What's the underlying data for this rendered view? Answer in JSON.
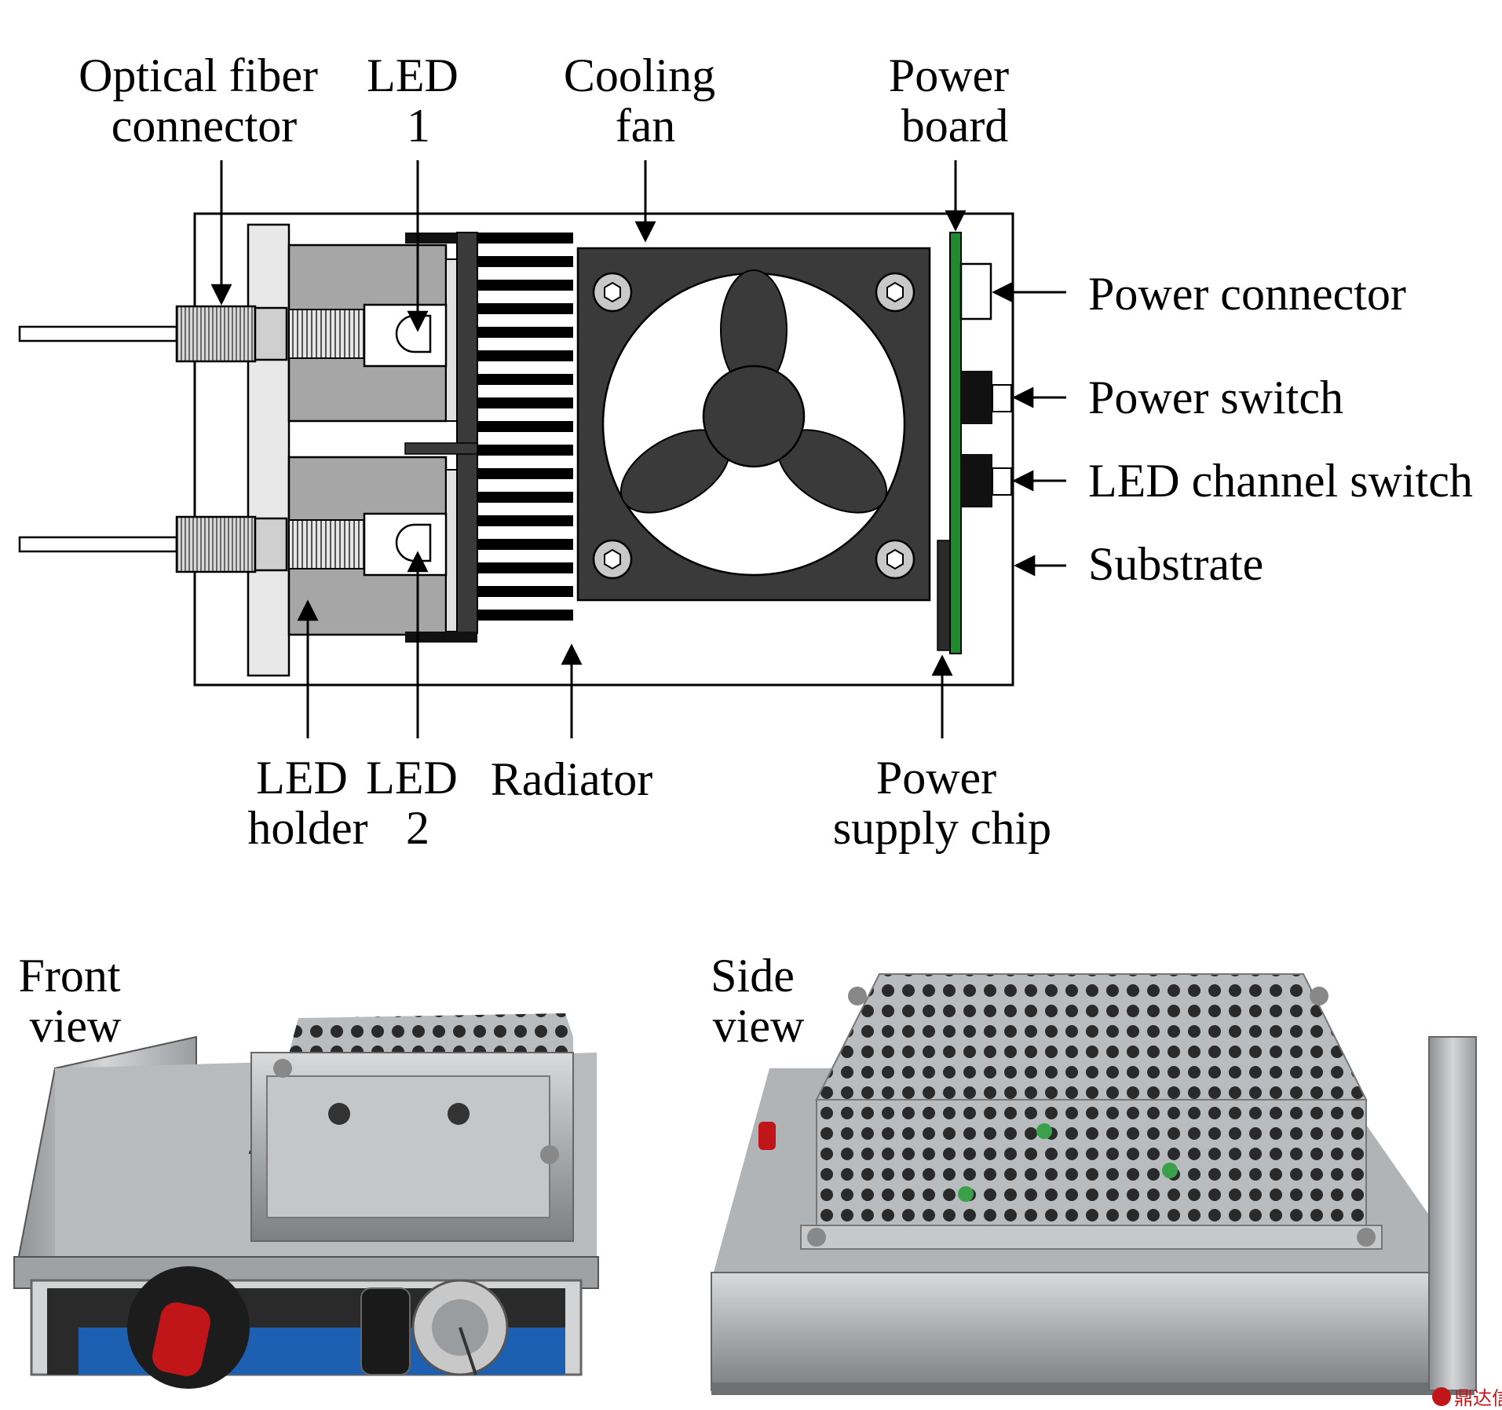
{
  "diagram": {
    "labels": {
      "optical_fiber_connector": [
        "Optical fiber",
        "connector"
      ],
      "led1": [
        "LED",
        "1"
      ],
      "cooling_fan": [
        "Cooling",
        "fan"
      ],
      "power_board": [
        "Power",
        "board"
      ],
      "power_connector": "Power connector",
      "power_switch": "Power switch",
      "led_channel_switch": "LED channel switch",
      "substrate": "Substrate",
      "led_holder": [
        "LED",
        "holder"
      ],
      "led2": [
        "LED",
        "2"
      ],
      "radiator": "Radiator",
      "power_supply_chip": [
        "Power",
        "supply chip"
      ]
    },
    "colors": {
      "line": "#000000",
      "holder_gray": "#a6a6a6",
      "fan_dark": "#3a3a3a",
      "board_green": "#1f8a2e",
      "plate": "#e8e8e8"
    }
  },
  "photos": {
    "front_label": [
      "Front",
      "view"
    ],
    "side_label": [
      "Side",
      "view"
    ]
  },
  "watermark": "鼎达信"
}
